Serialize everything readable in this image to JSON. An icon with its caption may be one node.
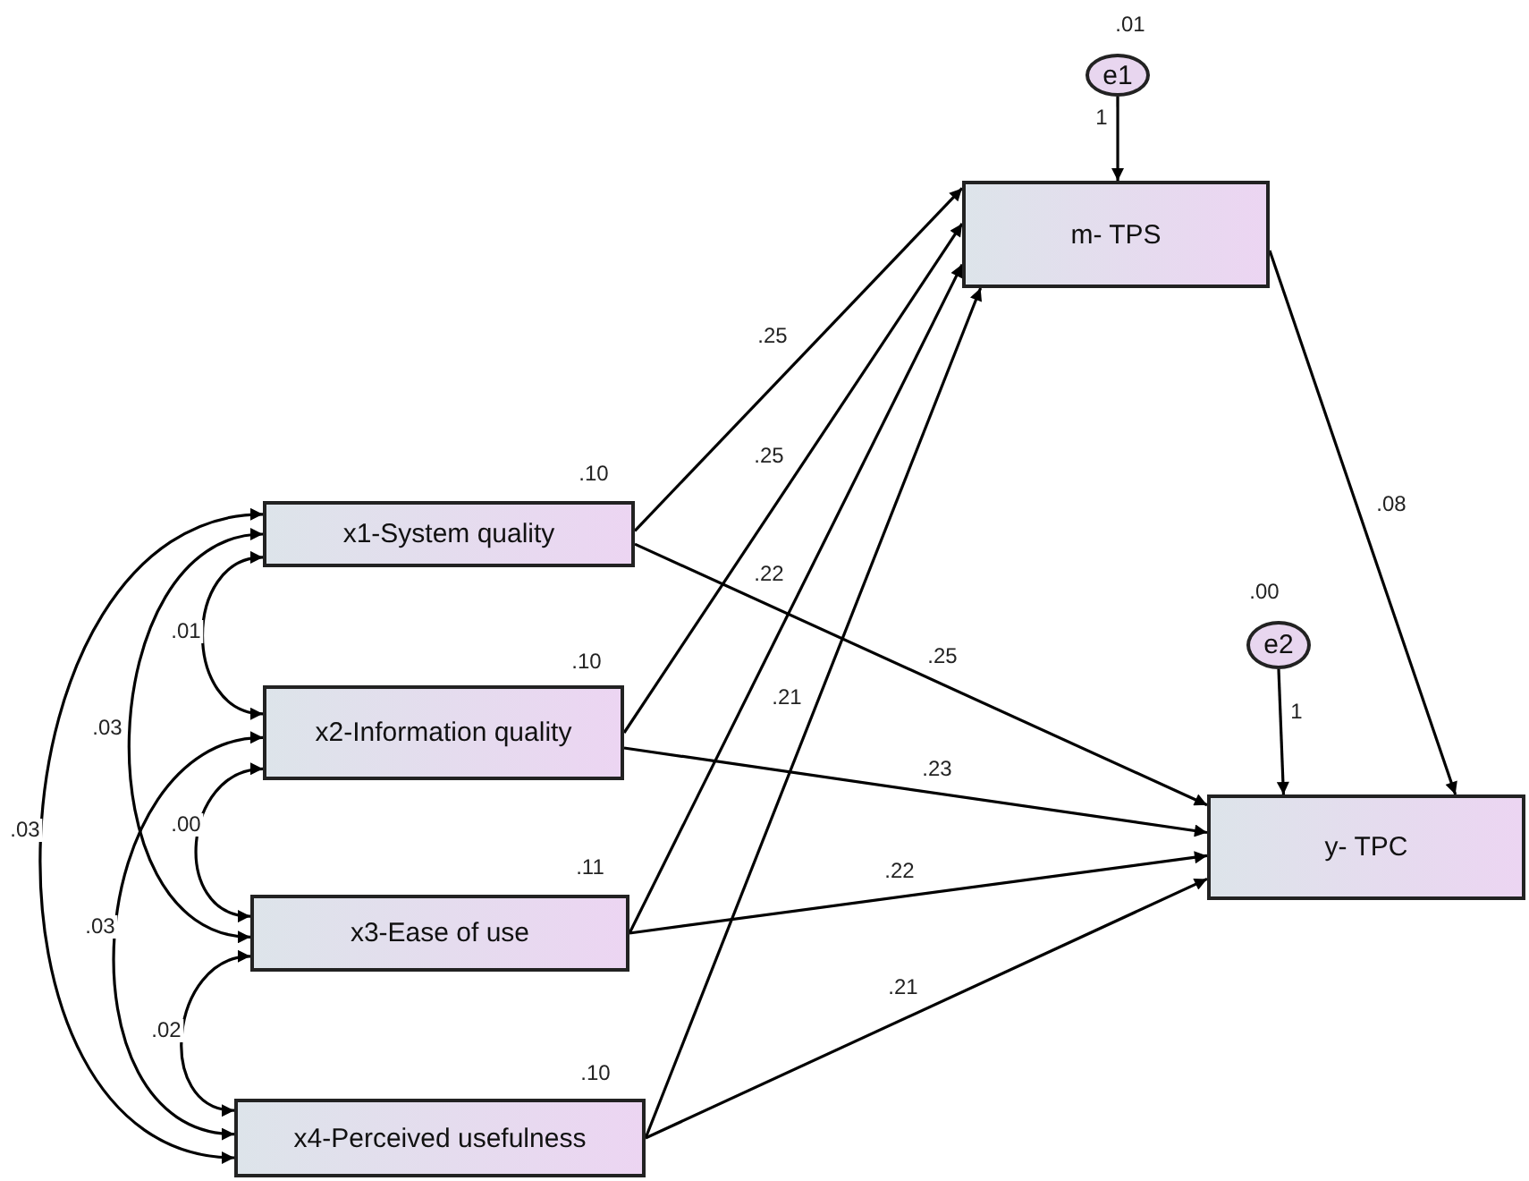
{
  "diagram": {
    "nodes": [
      {
        "text": [
          "x1-System quality"
        ],
        "beside": [
          ".10"
        ]
      },
      {
        "text": [
          "x2-Information quality"
        ],
        "beside": [
          ".10"
        ]
      },
      {
        "text": [
          "x3-Ease of use"
        ],
        "beside": [
          ".11"
        ]
      },
      {
        "text": [
          "x4-Perceived usefulness"
        ],
        "beside": [
          ".10"
        ]
      },
      {
        "text": [
          "m- TPS"
        ]
      },
      {
        "text": [
          "y- TPC"
        ]
      },
      {
        "text": [
          "e1"
        ],
        "beside": [
          ".01"
        ]
      },
      {
        "text": [
          "e2"
        ],
        "beside": [
          ".00"
        ]
      }
    ],
    "edges": [
      {
        "from": 6,
        "to": 4,
        "arrow": "to",
        "label": "1"
      },
      {
        "from": 7,
        "to": 5,
        "arrow": "to",
        "label": "1"
      },
      {
        "from": 0,
        "to": 4,
        "arrow": "to",
        "label": ".25"
      },
      {
        "from": 1,
        "to": 4,
        "arrow": "to",
        "label": ".25"
      },
      {
        "from": 2,
        "to": 4,
        "arrow": "to",
        "label": ".22"
      },
      {
        "from": 3,
        "to": 4,
        "arrow": "to",
        "label": ".21"
      },
      {
        "from": 4,
        "to": 5,
        "arrow": "to",
        "label": ".08"
      },
      {
        "from": 0,
        "to": 5,
        "arrow": "to",
        "label": ".25"
      },
      {
        "from": 1,
        "to": 5,
        "arrow": "to",
        "label": ".23"
      },
      {
        "from": 2,
        "to": 5,
        "arrow": "to",
        "label": ".22"
      },
      {
        "from": 3,
        "to": 5,
        "arrow": "to",
        "label": ".21"
      },
      {
        "from": 0,
        "to": 1,
        "arrow": "both",
        "label": ".01"
      },
      {
        "from": 0,
        "to": 2,
        "arrow": "both",
        "label": ".03"
      },
      {
        "from": 0,
        "to": 3,
        "arrow": "both",
        "label": ".03"
      },
      {
        "from": 1,
        "to": 2,
        "arrow": "both",
        "label": ".00"
      },
      {
        "from": 1,
        "to": 3,
        "arrow": "both",
        "label": ".03"
      },
      {
        "from": 2,
        "to": 3,
        "arrow": "both",
        "label": ".02"
      }
    ]
  }
}
